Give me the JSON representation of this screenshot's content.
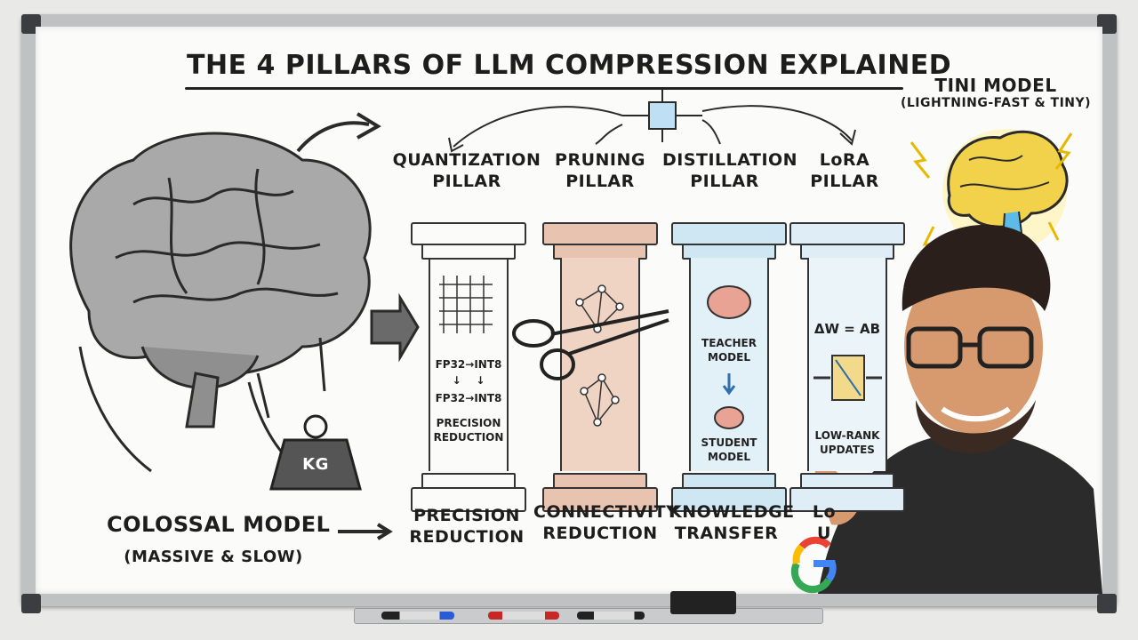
{
  "title": "THE 4 PILLARS OF LLM COMPRESSION EXPLAINED",
  "colossal": {
    "name": "COLOSSAL MODEL",
    "sub": "(MASSIVE & SLOW)",
    "weight_label": "KG"
  },
  "tini": {
    "name": "TINI MODEL",
    "sub": "(LIGHTNING-FAST & TINY)"
  },
  "pillars": [
    {
      "head1": "QUANTIZATION",
      "head2": "PILLAR",
      "cap1": "PRECISION",
      "cap2": "REDUCTION",
      "inner": {
        "l1": "FP32→INT8",
        "l2": "FP32→INT8",
        "l3": "PRECISION",
        "l4": "REDUCTION"
      }
    },
    {
      "head1": "PRUNING",
      "head2": "PILLAR",
      "cap1": "CONNECTIVITY",
      "cap2": "REDUCTION"
    },
    {
      "head1": "DISTILLATION",
      "head2": "PILLAR",
      "cap1": "KNOWLEDGE",
      "cap2": "TRANSFER",
      "inner": {
        "l1": "TEACHER",
        "l2": "MODEL",
        "l3": "STUDENT",
        "l4": "MODEL"
      }
    },
    {
      "head1": "LoRA",
      "head2": "PILLAR",
      "cap1": "Lo",
      "cap2": "U",
      "inner": {
        "l1": "ΔW = AB",
        "l2": "LOW-RANK",
        "l3": "UPDATES"
      }
    }
  ],
  "logo_letter": "G",
  "colors": {
    "board": "#fbfbf9",
    "ink": "#1d1d1d",
    "pruning": "#e8c4b0",
    "distill": "#cfe6f3",
    "brain_tini": "#f2d24a"
  }
}
